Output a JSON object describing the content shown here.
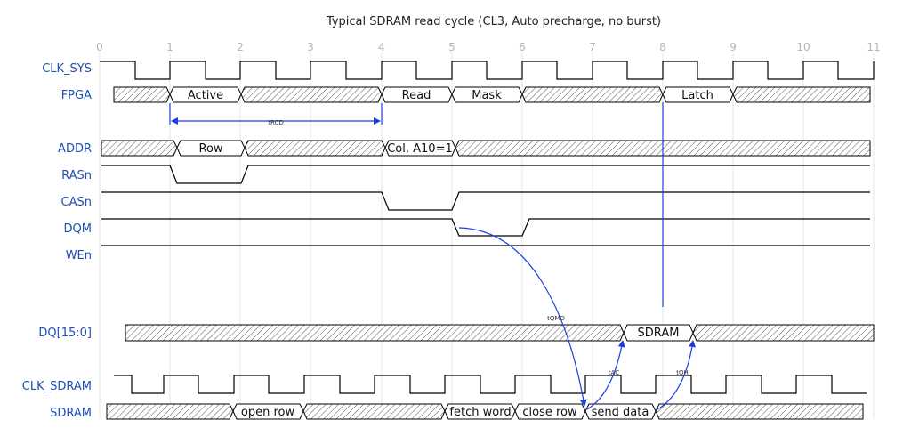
{
  "title": "Typical SDRAM read cycle (CL3, Auto precharge, no burst)",
  "ticks": [
    "0",
    "1",
    "2",
    "3",
    "4",
    "5",
    "6",
    "7",
    "8",
    "9",
    "10",
    "11"
  ],
  "signals": {
    "clk_sys": "CLK_SYS",
    "fpga": "FPGA",
    "addr": "ADDR",
    "rasn": "RASn",
    "casn": "CASn",
    "dqm": "DQM",
    "wen": "WEn",
    "dq": "DQ[15:0]",
    "clk_sdram": "CLK_SDRAM",
    "sdram": "SDRAM"
  },
  "fpga_boxes": [
    "Active",
    "Read",
    "Mask",
    "Latch"
  ],
  "addr_boxes": [
    "Row",
    "Col, A10=1"
  ],
  "dq_boxes": [
    "SDRAM"
  ],
  "sdram_boxes": [
    "open row",
    "fetch word",
    "close row",
    "send data"
  ],
  "annotations": {
    "trcd": "tRCD",
    "tqmd": "tQMD",
    "tac": "tAC",
    "toh": "tOH"
  },
  "colors": {
    "signal_label": "#1f4fb4",
    "arrow": "#1a3fe0",
    "grid": "#e6e6e6"
  }
}
